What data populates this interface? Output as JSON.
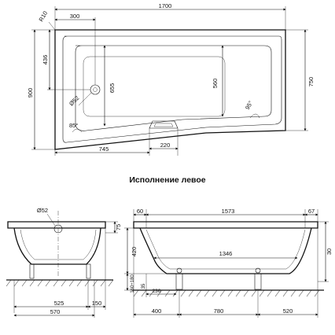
{
  "caption": "Исполнение левое",
  "top_view": {
    "overall_length": "1700",
    "corner_radius": "R10",
    "drain_offset": "300",
    "left_height": "900",
    "right_height": "750",
    "drain_to_edge": "436",
    "inner_height_left": "655",
    "inner_height_right": "560",
    "drain_diameter": "Ø52",
    "angle_left": "85°",
    "angle_right": "95°",
    "bottom_left_dim": "745",
    "handle_width": "220"
  },
  "side_view": {
    "drain_diameter": "Ø52",
    "depth": "75",
    "leg_dim_1": "525",
    "leg_dim_2": "150",
    "base_dim": "570"
  },
  "front_view": {
    "rim_left": "60",
    "inner_length": "1573",
    "rim_right": "67",
    "bottom_length": "1346",
    "height": "420",
    "right_height": "30",
    "leg_range": "160÷180",
    "leg_offset": "236",
    "leg_base": "35",
    "foot_left": "400",
    "foot_middle": "780",
    "foot_right": "520"
  }
}
